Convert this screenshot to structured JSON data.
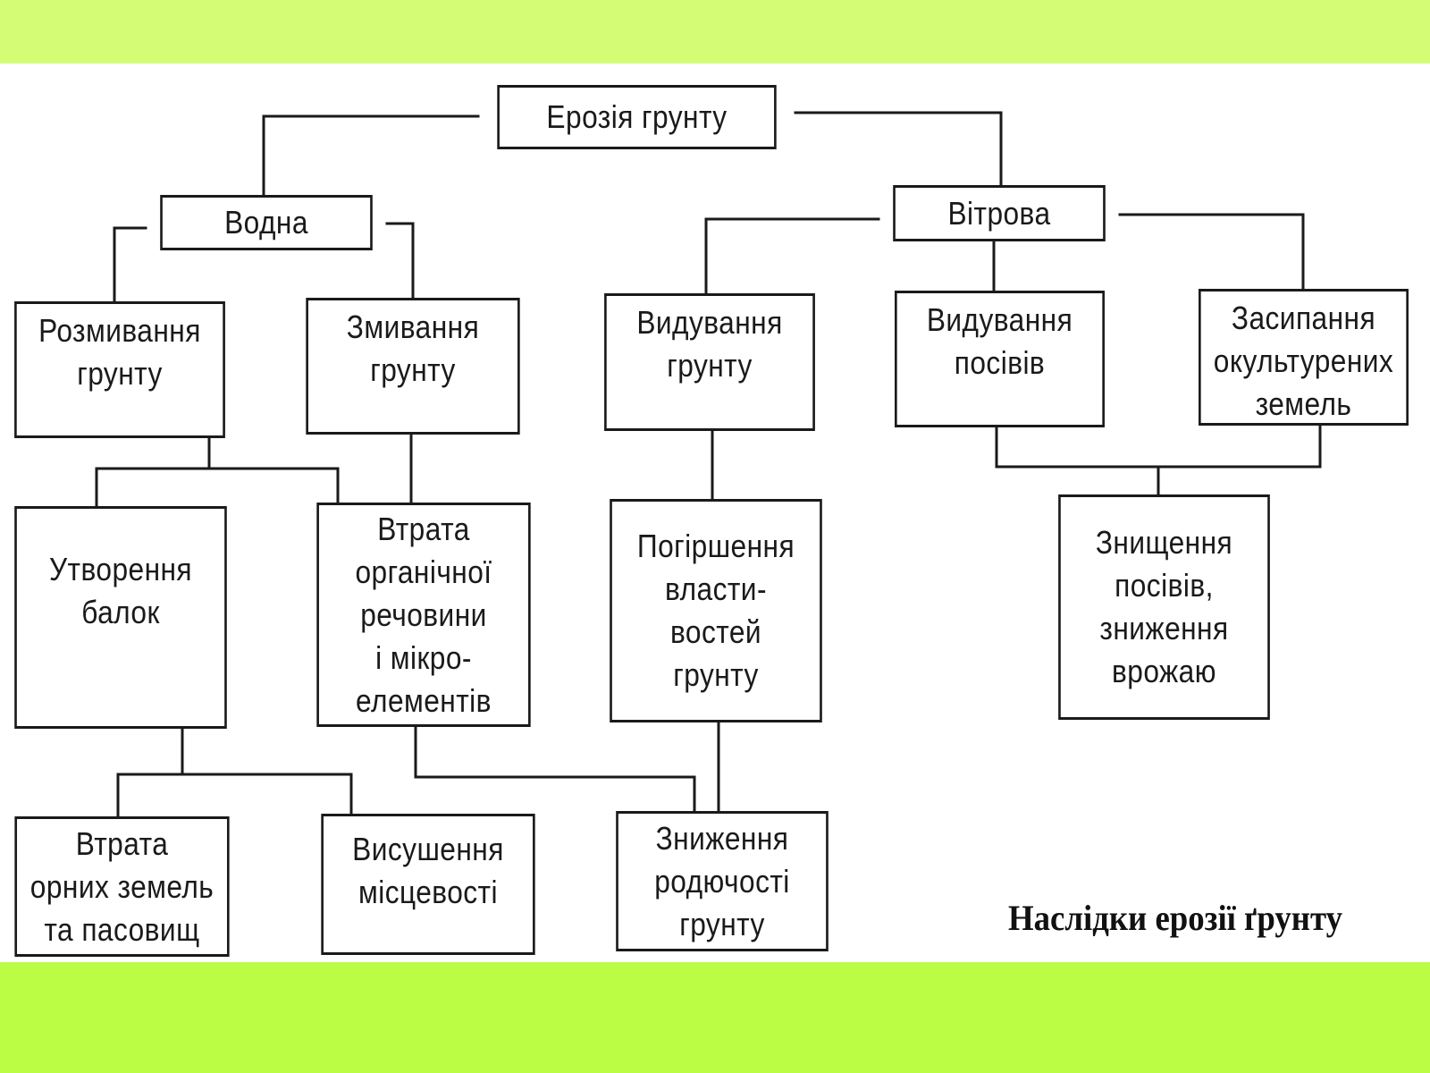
{
  "colors": {
    "top_band": "#d4fd75",
    "bottom_band": "#bbfc45",
    "line": "#1a1a1a"
  },
  "diagram": {
    "caption": "Наслідки ерозії ґрунту",
    "root": "Ерозія грунту",
    "water": "Водна",
    "wind": "Вітрова",
    "water_children": {
      "erosion_wash": "Розмивання\nгрунту",
      "surface_wash": "Змивання\nгрунту"
    },
    "wind_children": {
      "soil_blowing": "Видування\nгрунту",
      "crop_blowing": "Видування\nпосівів",
      "land_burial": "Засипання\nокультурених\nземель"
    },
    "effects": {
      "gullies": "Утворення\nбалок",
      "organic_loss": "Втрата\nорганічної\nречовини\nі мікро-\nелементів",
      "property_decline": "Погіршення\nвласти-\nвостей\nгрунту",
      "crop_destruction": "Знищення\nпосівів,\nзниження\nврожаю",
      "arable_loss": "Втрата\nорних земель\nта пасовищ",
      "drying": "Висушення\nмісцевості",
      "fertility_decline": "Зниження\nродючості\nгрунту"
    }
  }
}
